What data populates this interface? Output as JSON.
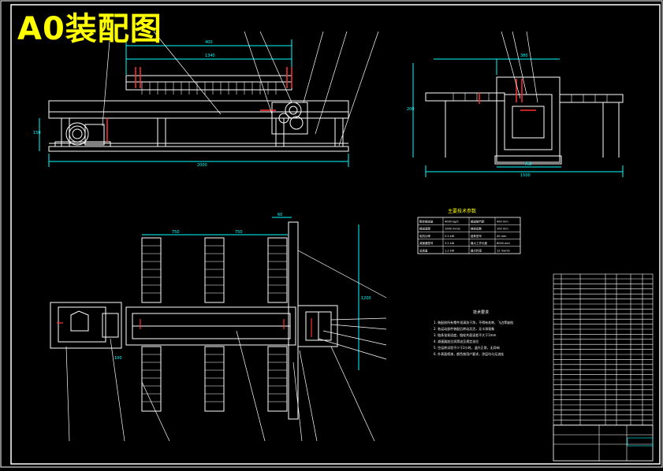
{
  "drawing": {
    "title": "A0装配图",
    "title_color": "#ffff00",
    "line_colors": {
      "frame": "#ffffff",
      "dimension": "#00ffff",
      "part": "#ffffff",
      "accent": "#ff3030",
      "note": "#ffff00",
      "green": "#00ff00"
    }
  },
  "tech_table": {
    "title": "主要技术参数",
    "rows": [
      [
        "额定输送量",
        "4000 kg/h",
        "输送链节距",
        "400 mm"
      ],
      [
        "输送速度",
        "1000 mm/s",
        "链轮齿数",
        "100 mm"
      ],
      [
        "电机功率",
        "5.5 kW",
        "链条型号",
        "40 mm"
      ],
      [
        "减速器型号",
        "3.2 kW",
        "最大工作长度",
        "6000 mm"
      ],
      [
        "总质量",
        "1.2 kW",
        "最大料宽",
        "12 m/min"
      ]
    ]
  },
  "tech_requirements": {
    "title": "技术要求",
    "items": [
      "1. 装配前所有零件须清洗干净，不得有毛刺、飞边等缺陷",
      "2. 各运动部件装配后转动灵活，无卡滞现象",
      "3. 链条张紧适度，链轮共面误差不大于1mm",
      "4. 减速器加注润滑油至规定油位",
      "5. 空运转试验不少于2小时，温升正常，无异响",
      "6. 外表面喷漆，颜色按用户要求，涂层均匀无流挂"
    ]
  },
  "dimensions": {
    "front": [
      "2000",
      "1340",
      "400",
      "150"
    ],
    "side": [
      "1500",
      "750",
      "380",
      "200"
    ],
    "plan": [
      "750",
      "750",
      "60",
      "1200",
      "100"
    ]
  }
}
